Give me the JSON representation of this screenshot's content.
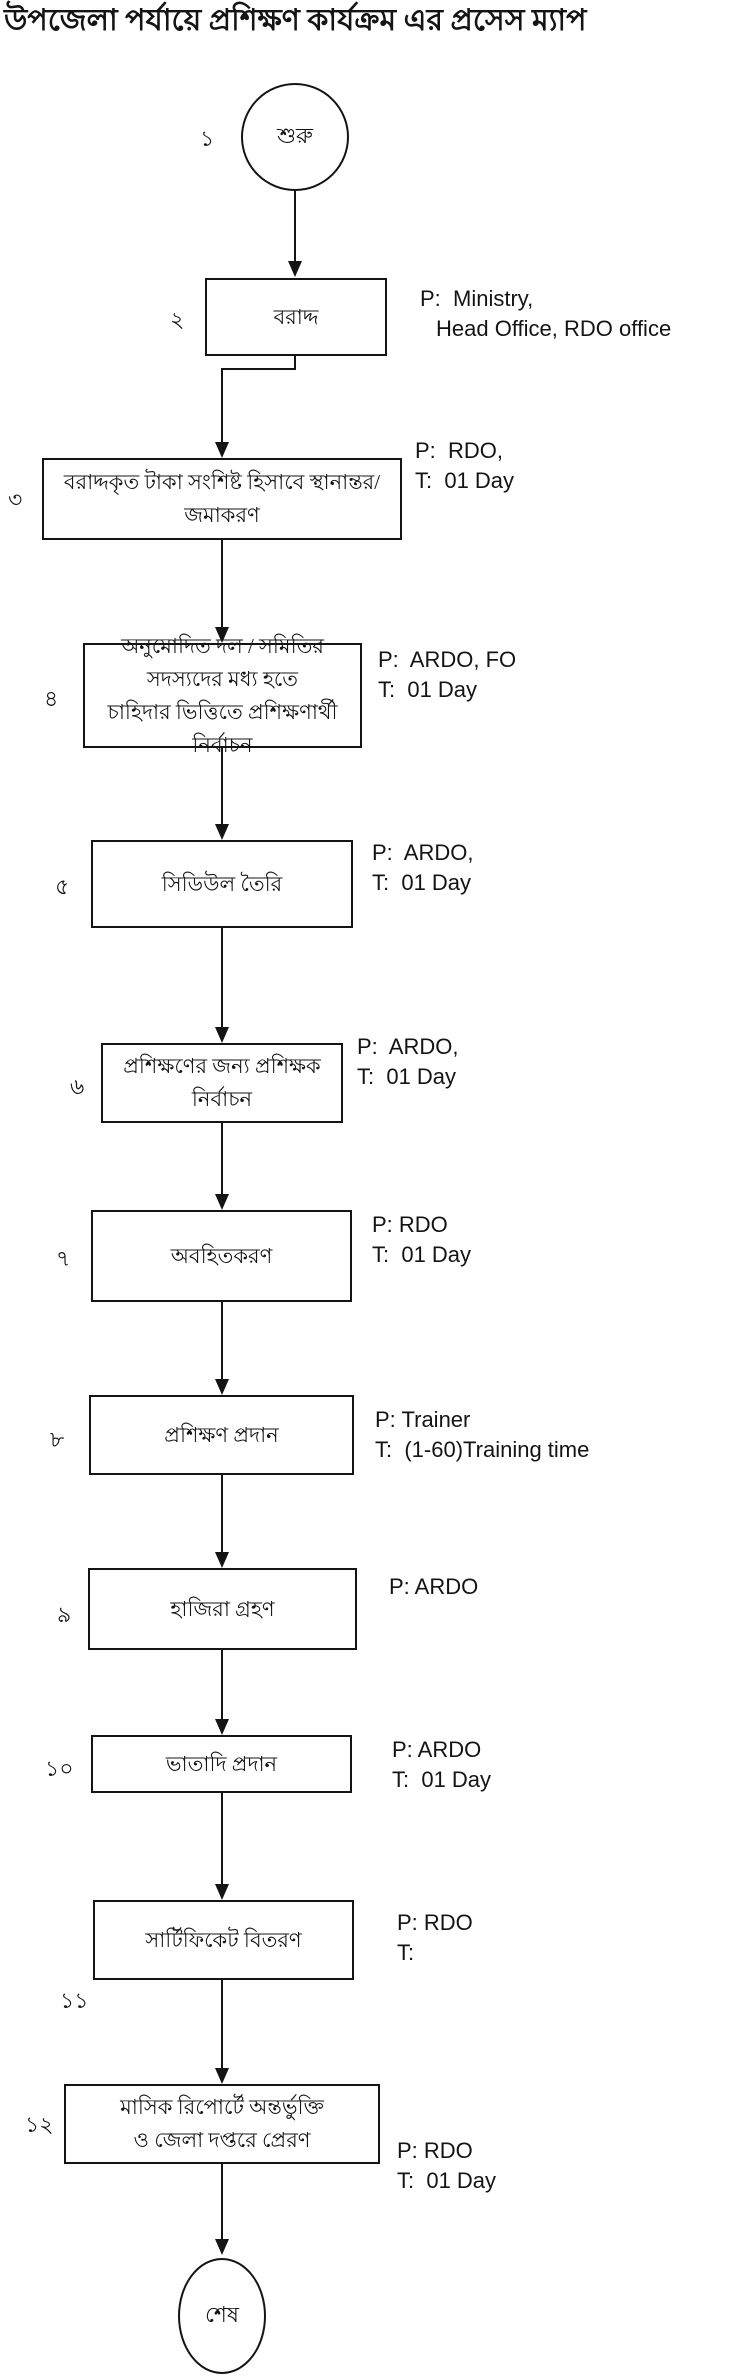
{
  "title": "উপজেলা পর্যায়ে প্রশিক্ষণ কার্যক্রম এর প্রসেস ম্যাপ",
  "colors": {
    "line": "#141414",
    "background": "#ffffff"
  },
  "start": {
    "number": "১",
    "label": "শুরু"
  },
  "end": {
    "label": "শেষ"
  },
  "steps": [
    {
      "number": "২",
      "label": "বরাদ্দ",
      "ann1": "P:  Ministry,",
      "ann2": "Head Office, RDO office"
    },
    {
      "number": "৩",
      "label": "বরাদ্দকৃত টাকা সংশিষ্ট হিসাবে স্থানান্তর/জমাকরণ",
      "ann1": "P:  RDO,",
      "ann2": "T:  01 Day"
    },
    {
      "number": "৪",
      "label": "অনুমোদিত দল / সমিতির সদস্যদের মধ্য হতে",
      "label2": "চাহিদার ভিত্তিতে প্রশিক্ষণার্থী নির্বাচন",
      "ann1": "P:  ARDO, FO",
      "ann2": "T:  01 Day"
    },
    {
      "number": "৫",
      "label": "সিডিউল তৈরি",
      "ann1": "P:  ARDO,",
      "ann2": "T:  01 Day"
    },
    {
      "number": "৬",
      "label": "প্রশিক্ষণের জন্য প্রশিক্ষক নির্বাচন",
      "ann1": "P:  ARDO,",
      "ann2": "T:  01 Day"
    },
    {
      "number": "৭",
      "label": "অবহিতকরণ",
      "ann1": "P: RDO",
      "ann2": "T:  01 Day"
    },
    {
      "number": "৮",
      "label": "প্রশিক্ষণ প্রদান",
      "ann1": "P: Trainer",
      "ann2": "T:  (1-60)Training time"
    },
    {
      "number": "৯",
      "label": "হাজিরা গ্রহণ",
      "ann1": "P: ARDO",
      "ann2": ""
    },
    {
      "number": "১০",
      "label": "ভাতাদি প্রদান",
      "ann1": "P: ARDO",
      "ann2": "T:  01 Day"
    },
    {
      "number": "১১",
      "label": "সার্টিফিকেট বিতরণ",
      "ann1": "P: RDO",
      "ann2": "T:"
    },
    {
      "number": "১২",
      "label": "মাসিক রিপোর্টে অন্তর্ভুক্তি",
      "label2": "ও জেলা দপ্তরে প্রেরণ",
      "ann1": "P: RDO",
      "ann2": "T:  01 Day"
    }
  ]
}
